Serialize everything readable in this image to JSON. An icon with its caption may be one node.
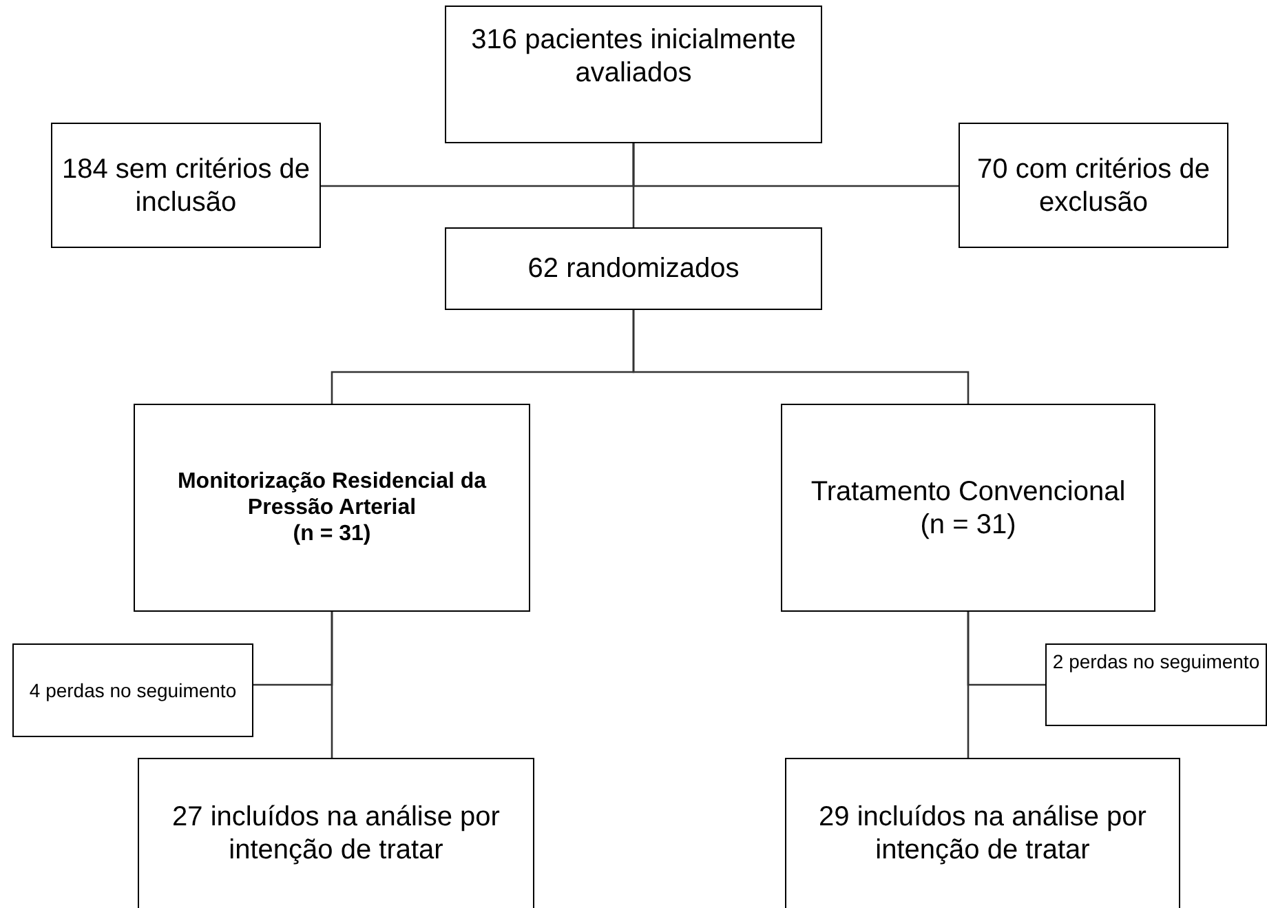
{
  "diagram": {
    "nodes": [
      {
        "text": [
          "316 pacientes inicialmente avaliados"
        ]
      },
      {
        "text": [
          "184 sem critérios de inclusão"
        ]
      },
      {
        "text": [
          "70 com critérios de exclusão"
        ]
      },
      {
        "text": [
          "62 randomizados"
        ]
      },
      {
        "text": [
          "Monitorização Residencial da Pressão Arterial",
          "(n = 31)"
        ]
      },
      {
        "text": [
          "Tratamento Convencional",
          "(n = 31)"
        ]
      },
      {
        "text": [
          "4 perdas no seguimento"
        ]
      },
      {
        "text": [
          "2 perdas no seguimento"
        ]
      },
      {
        "text": [
          "27 incluídos na análise por intenção de tratar"
        ]
      },
      {
        "text": [
          "29 incluídos na análise por intenção de tratar"
        ]
      }
    ],
    "edges": [
      {
        "from": 0,
        "to": 1,
        "arrow": "none"
      },
      {
        "from": 0,
        "to": 2,
        "arrow": "none"
      },
      {
        "from": 0,
        "to": 3,
        "arrow": "none"
      },
      {
        "from": 3,
        "to": 4,
        "arrow": "none"
      },
      {
        "from": 3,
        "to": 5,
        "arrow": "none"
      },
      {
        "from": 4,
        "to": 6,
        "arrow": "none"
      },
      {
        "from": 4,
        "to": 8,
        "arrow": "none"
      },
      {
        "from": 5,
        "to": 7,
        "arrow": "none"
      },
      {
        "from": 5,
        "to": 9,
        "arrow": "none"
      }
    ]
  }
}
